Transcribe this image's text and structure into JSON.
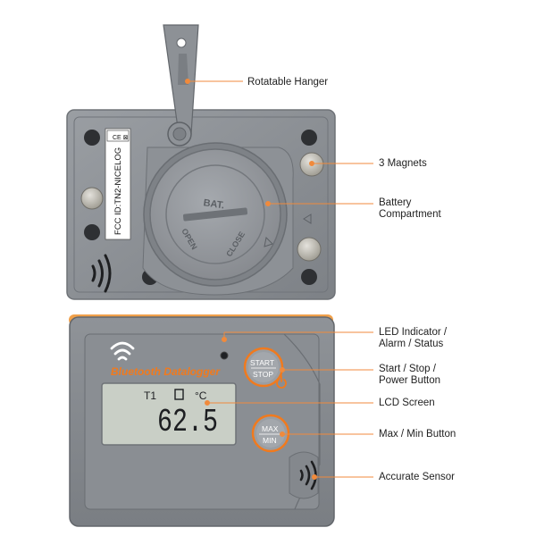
{
  "device": {
    "fcc_id": "FCC ID:TN2-NICELOG",
    "bat_label": "BAT.",
    "open_label": "OPEN",
    "close_label": "CLOSE",
    "brand": "Bluetooth Datalogger",
    "lcd": {
      "channel": "T1",
      "unit": "°C",
      "reading": "62.5"
    },
    "start_button": {
      "top": "START",
      "bottom": "STOP"
    },
    "maxmin_button": {
      "top": "MAX",
      "bottom": "MIN"
    }
  },
  "callouts": {
    "rotatable_hanger": "Rotatable Hanger",
    "magnets": "3 Magnets",
    "battery_line1": "Battery",
    "battery_line2": "Compartment",
    "led_line1": "LED Indicator /",
    "led_line2": "Alarm / Status",
    "start_line1": "Start / Stop /",
    "start_line2": "Power Button",
    "lcd_screen": "LCD Screen",
    "maxmin": "Max / Min Button",
    "sensor": "Accurate Sensor"
  },
  "colors": {
    "callout_line": "#f08a3c",
    "device_body": "#8a8e93",
    "brand_orange": "#f07a1e",
    "lcd_bg": "#c9cfc6"
  }
}
